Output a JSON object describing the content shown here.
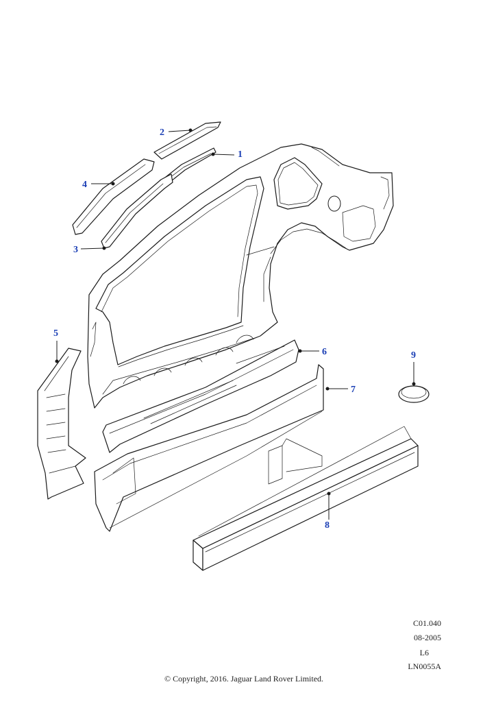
{
  "callouts": [
    {
      "id": "1",
      "label": "1"
    },
    {
      "id": "2",
      "label": "2"
    },
    {
      "id": "3",
      "label": "3"
    },
    {
      "id": "4",
      "label": "4"
    },
    {
      "id": "5",
      "label": "5"
    },
    {
      "id": "6",
      "label": "6"
    },
    {
      "id": "7",
      "label": "7"
    },
    {
      "id": "8",
      "label": "8"
    },
    {
      "id": "9",
      "label": "9"
    }
  ],
  "meta": {
    "code": "C01.040",
    "date": "08-2005",
    "variant": "L6",
    "ref": "LN0055A"
  },
  "copyright": "© Copyright, 2016. Jaguar Land Rover Limited.",
  "colors": {
    "callout": "#1b3fb5",
    "line": "#1a1a1a"
  }
}
